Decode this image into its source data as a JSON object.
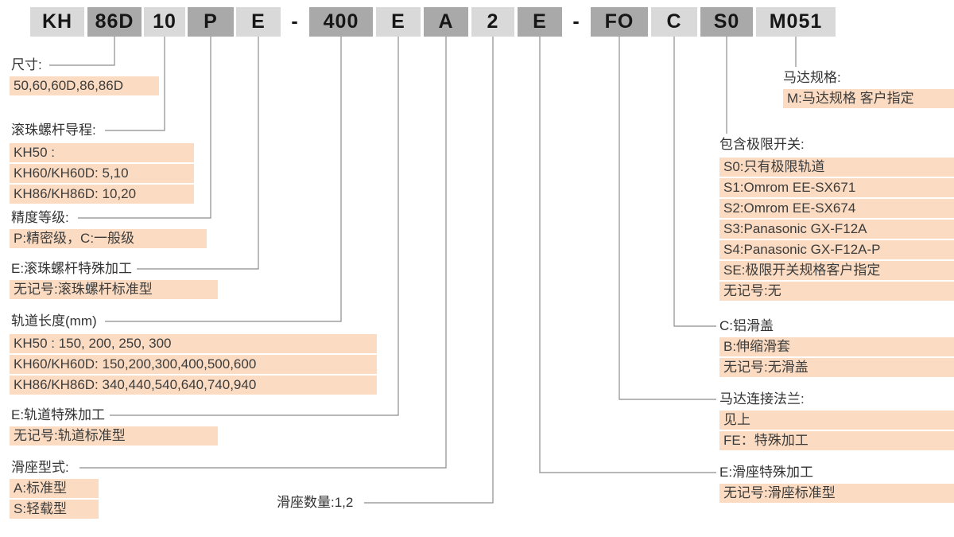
{
  "model_code": {
    "segments": [
      {
        "text": "KH",
        "shade": "light"
      },
      {
        "text": "86D",
        "shade": "dark"
      },
      {
        "text": "10",
        "shade": "light"
      },
      {
        "text": "P",
        "shade": "dark"
      },
      {
        "text": "E",
        "shade": "light"
      },
      {
        "text": "-",
        "shade": "none"
      },
      {
        "text": "400",
        "shade": "dark"
      },
      {
        "text": "E",
        "shade": "light"
      },
      {
        "text": "A",
        "shade": "dark"
      },
      {
        "text": "2",
        "shade": "light"
      },
      {
        "text": "E",
        "shade": "dark"
      },
      {
        "text": "-",
        "shade": "none"
      },
      {
        "text": "FO",
        "shade": "dark"
      },
      {
        "text": "C",
        "shade": "light"
      },
      {
        "text": "S0",
        "shade": "dark"
      },
      {
        "text": "M051",
        "shade": "light"
      }
    ]
  },
  "colors": {
    "highlight": "#fbdcc2",
    "box_light": "#d9d9d9",
    "box_dark": "#a9a9a9",
    "connector_line": "#8c8c8c",
    "text": "#333333"
  },
  "groups": {
    "size": {
      "title": "尺寸:",
      "rows": [
        "50,60,60D,86,86D"
      ]
    },
    "lead": {
      "title": "滚珠螺杆导程:",
      "rows": [
        "KH50 :",
        "KH60/KH60D: 5,10",
        "KH86/KH86D: 10,20"
      ]
    },
    "grade": {
      "title": "精度等级:",
      "rows": [
        "P:精密级，C:一般级"
      ]
    },
    "screw_special": {
      "title": "E:滚珠螺杆特殊加工",
      "rows": [
        "无记号:滚珠螺杆标准型"
      ]
    },
    "rail_length": {
      "title": "轨道长度(mm)",
      "rows": [
        "KH50 : 150, 200, 250, 300",
        "KH60/KH60D: 150,200,300,400,500,600",
        "KH86/KH86D: 340,440,540,640,740,940"
      ]
    },
    "rail_special": {
      "title": "E:轨道特殊加工",
      "rows": [
        "无记号:轨道标准型"
      ]
    },
    "slider_type": {
      "title": "滑座型式:",
      "rows": [
        "A:标准型",
        "S:轻载型"
      ]
    },
    "slider_qty": {
      "title": "滑座数量:1,2"
    },
    "motor_spec": {
      "title": "马达规格:",
      "rows": [
        "M:马达规格  客户指定"
      ]
    },
    "limit_switch": {
      "title": "包含极限开关:",
      "rows": [
        "S0:只有极限轨道",
        "S1:Omrom EE-SX671",
        "S2:Omrom EE-SX674",
        "S3:Panasonic GX-F12A",
        "S4:Panasonic GX-F12A-P",
        "SE:极限开关规格客户指定",
        "无记号:无"
      ]
    },
    "cover": {
      "title": "C:铝滑盖",
      "rows": [
        "B:伸缩滑套",
        "无记号:无滑盖"
      ]
    },
    "flange": {
      "title": "马达连接法兰:",
      "rows": [
        "见上",
        "FE：特殊加工"
      ]
    },
    "slider_special": {
      "title": "E:滑座特殊加工",
      "rows": [
        "无记号:滑座标准型"
      ]
    }
  }
}
